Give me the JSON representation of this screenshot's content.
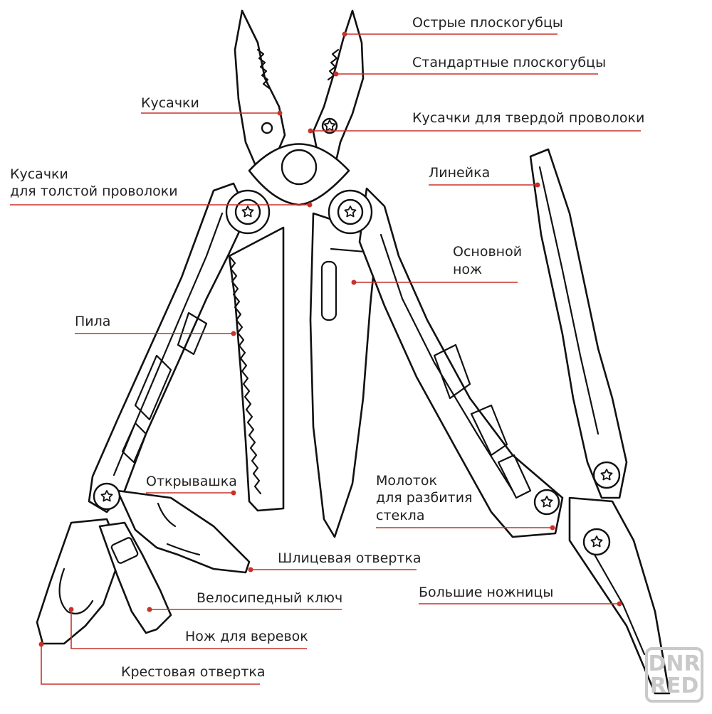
{
  "labels": {
    "sharp_pliers": "Острые плоскогубцы",
    "standard_pliers": "Стандартные плоскогубцы",
    "hard_wire_cutters": "Кусачки для твердой проволоки",
    "cutters": "Кусачки",
    "thick_wire_cutters_line1": "Кусачки",
    "thick_wire_cutters_line2": "для толстой проволоки",
    "ruler": "Линейка",
    "main_knife_line1": "Основной",
    "main_knife_line2": "нож",
    "saw": "Пила",
    "bottle_opener": "Открывашка",
    "hammer_line1": "Молоток",
    "hammer_line2": "для разбития",
    "hammer_line3": "стекла",
    "flat_screwdriver": "Шлицевая отвертка",
    "bike_wrench": "Велосипедный ключ",
    "large_scissors": "Большие ножницы",
    "rope_knife": "Нож для веревок",
    "phillips_screwdriver": "Крестовая отвертка"
  },
  "watermark": {
    "line1": "DNR",
    "line2": "RED"
  },
  "colors": {
    "leader": "#c8322a",
    "outline": "#111111",
    "watermark": "#c9c9c9"
  }
}
